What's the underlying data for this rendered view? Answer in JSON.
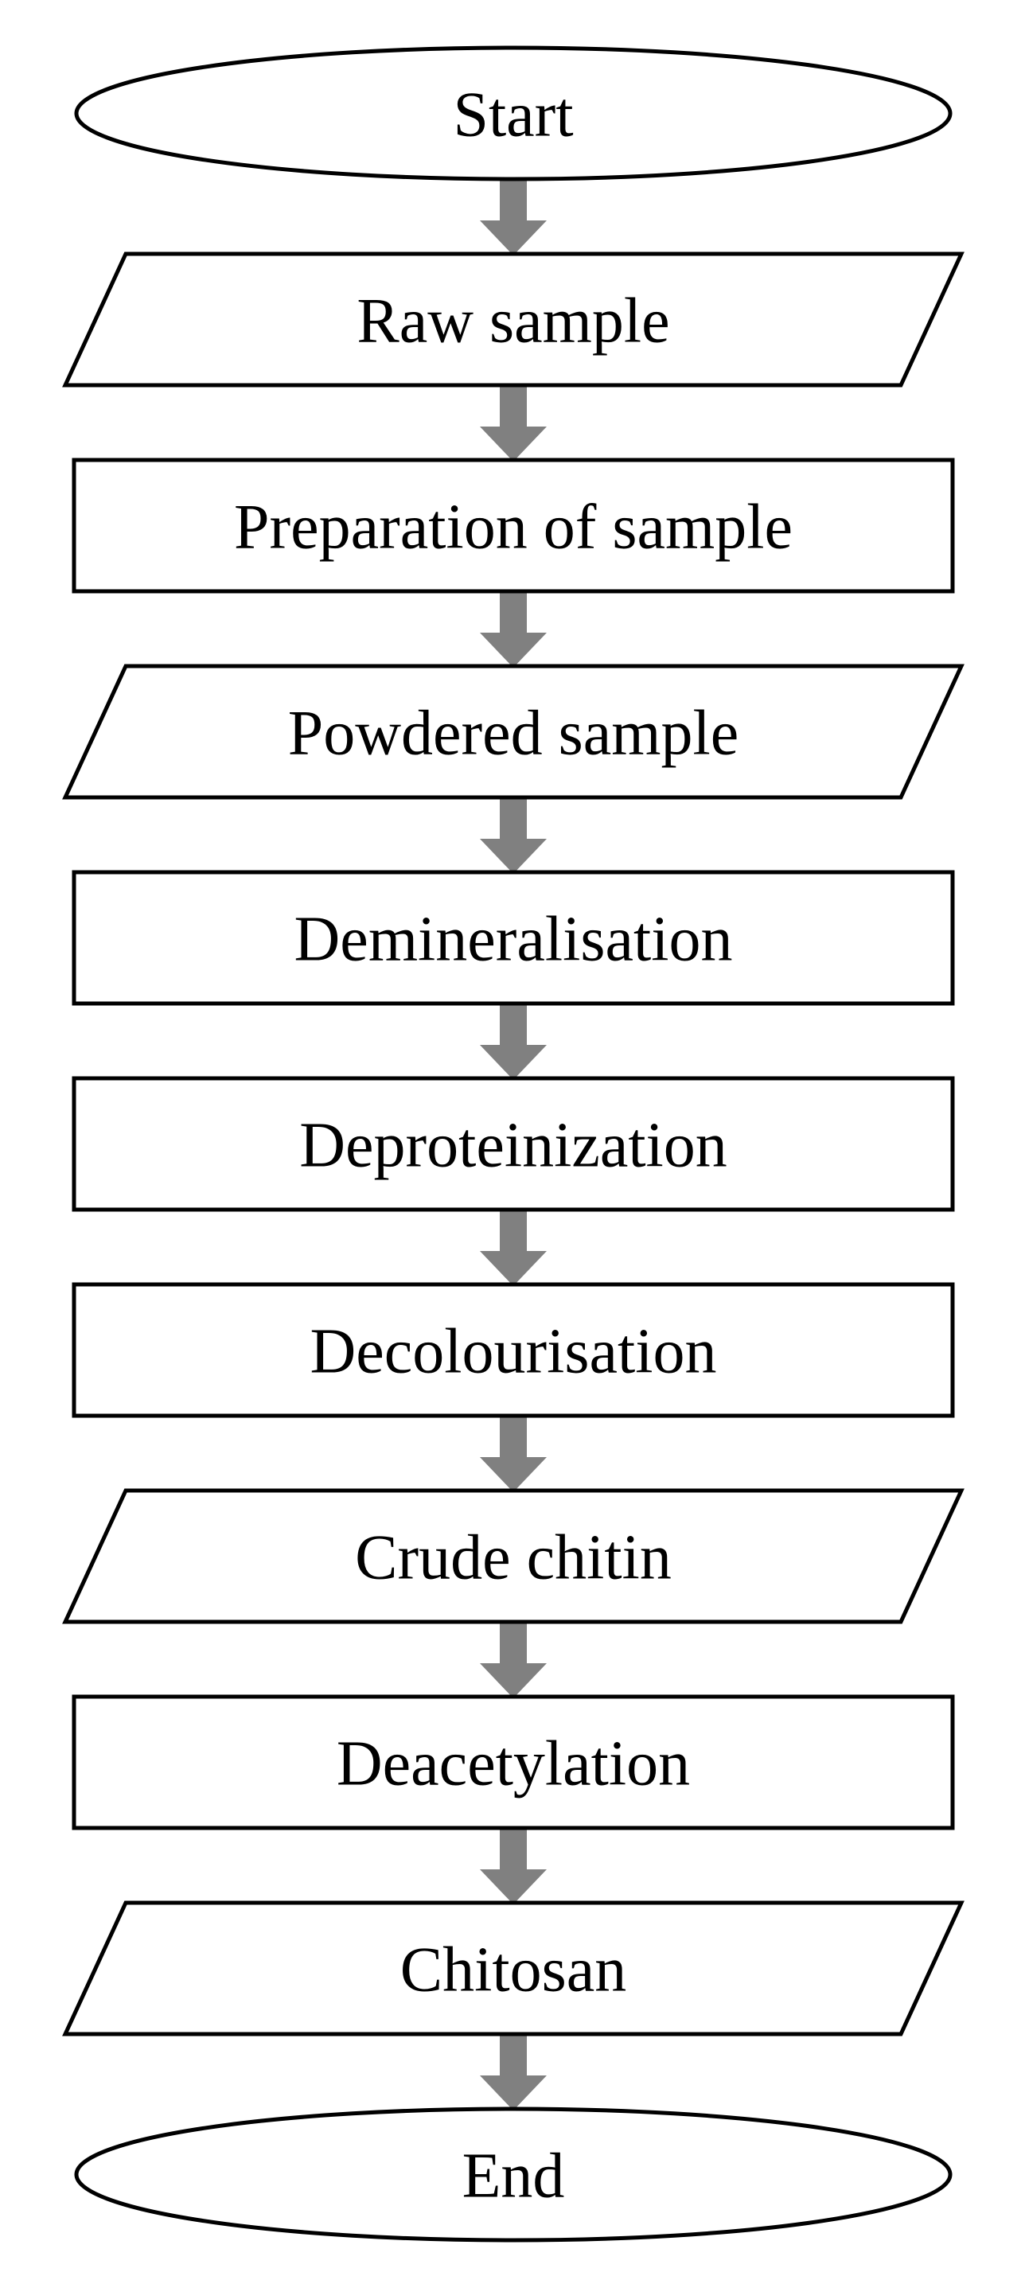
{
  "flowchart": {
    "nodes": [
      {
        "id": "start",
        "shape": "terminal",
        "label": "Start"
      },
      {
        "id": "raw-sample",
        "shape": "data",
        "label": "Raw sample"
      },
      {
        "id": "preparation-of-sample",
        "shape": "process",
        "label": "Preparation of sample"
      },
      {
        "id": "powdered-sample",
        "shape": "data",
        "label": "Powdered sample"
      },
      {
        "id": "demineralisation",
        "shape": "process",
        "label": "Demineralisation"
      },
      {
        "id": "deproteinization",
        "shape": "process",
        "label": "Deproteinization"
      },
      {
        "id": "decolourisation",
        "shape": "process",
        "label": "Decolourisation"
      },
      {
        "id": "crude-chitin",
        "shape": "data",
        "label": "Crude chitin"
      },
      {
        "id": "deacetylation",
        "shape": "process",
        "label": "Deacetylation"
      },
      {
        "id": "chitosan",
        "shape": "data",
        "label": "Chitosan"
      },
      {
        "id": "end",
        "shape": "terminal",
        "label": "End"
      }
    ],
    "edges": [
      {
        "from": "start",
        "to": "raw-sample"
      },
      {
        "from": "raw-sample",
        "to": "preparation-of-sample"
      },
      {
        "from": "preparation-of-sample",
        "to": "powdered-sample"
      },
      {
        "from": "powdered-sample",
        "to": "demineralisation"
      },
      {
        "from": "demineralisation",
        "to": "deproteinization"
      },
      {
        "from": "deproteinization",
        "to": "decolourisation"
      },
      {
        "from": "decolourisation",
        "to": "crude-chitin"
      },
      {
        "from": "crude-chitin",
        "to": "deacetylation"
      },
      {
        "from": "deacetylation",
        "to": "chitosan"
      },
      {
        "from": "chitosan",
        "to": "end"
      }
    ]
  },
  "colors": {
    "arrow": "#808080",
    "stroke": "#000000",
    "fill": "#ffffff"
  }
}
